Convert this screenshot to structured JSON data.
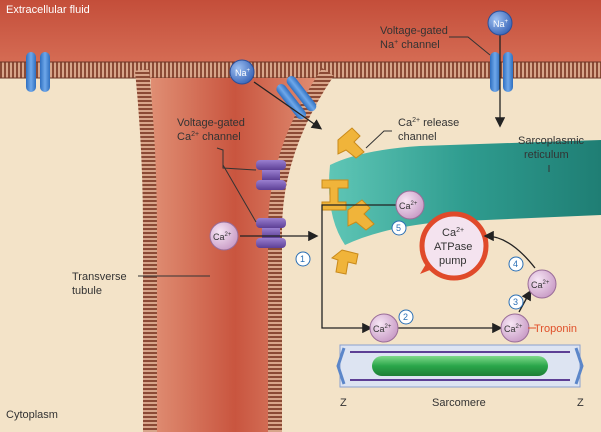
{
  "labels": {
    "extracellular": "Extracellular fluid",
    "cytoplasm": "Cytoplasm",
    "vg_na_line1": "Voltage-gated",
    "vg_na_line2": "Na",
    "vg_na_line2b": " channel",
    "vg_ca_line1": "Voltage-gated",
    "vg_ca_line2": "Ca",
    "vg_ca_line2b": " channel",
    "release_line1": "Ca",
    "release_line1b": " release",
    "release_line2": "channel",
    "sr_line1": "Sarcoplasmic",
    "sr_line2": "reticulum",
    "tt_line1": "Transverse",
    "tt_line2": "tubule",
    "atpase_line1": "Ca",
    "atpase_line2": "ATPase",
    "atpase_line3": "pump",
    "troponin": "Troponin",
    "sarcomere": "Sarcomere",
    "z_left": "Z",
    "z_right": "Z"
  },
  "ions": {
    "na": "Na",
    "na_sup": "+",
    "ca": "Ca",
    "ca_sup": "2+"
  },
  "steps": [
    "1",
    "2",
    "3",
    "4",
    "5"
  ],
  "colors": {
    "extracellular": "#c9553f",
    "membrane": "#8b4a35",
    "sr": "#2f9c8f",
    "na_ion": "#4f7fd0",
    "ca_ion": "#e5c2e0",
    "vg_ca": "#7b5bb0",
    "release": "#f0b43a",
    "pump": "#e04a2a",
    "troponin": "#e0502a"
  }
}
